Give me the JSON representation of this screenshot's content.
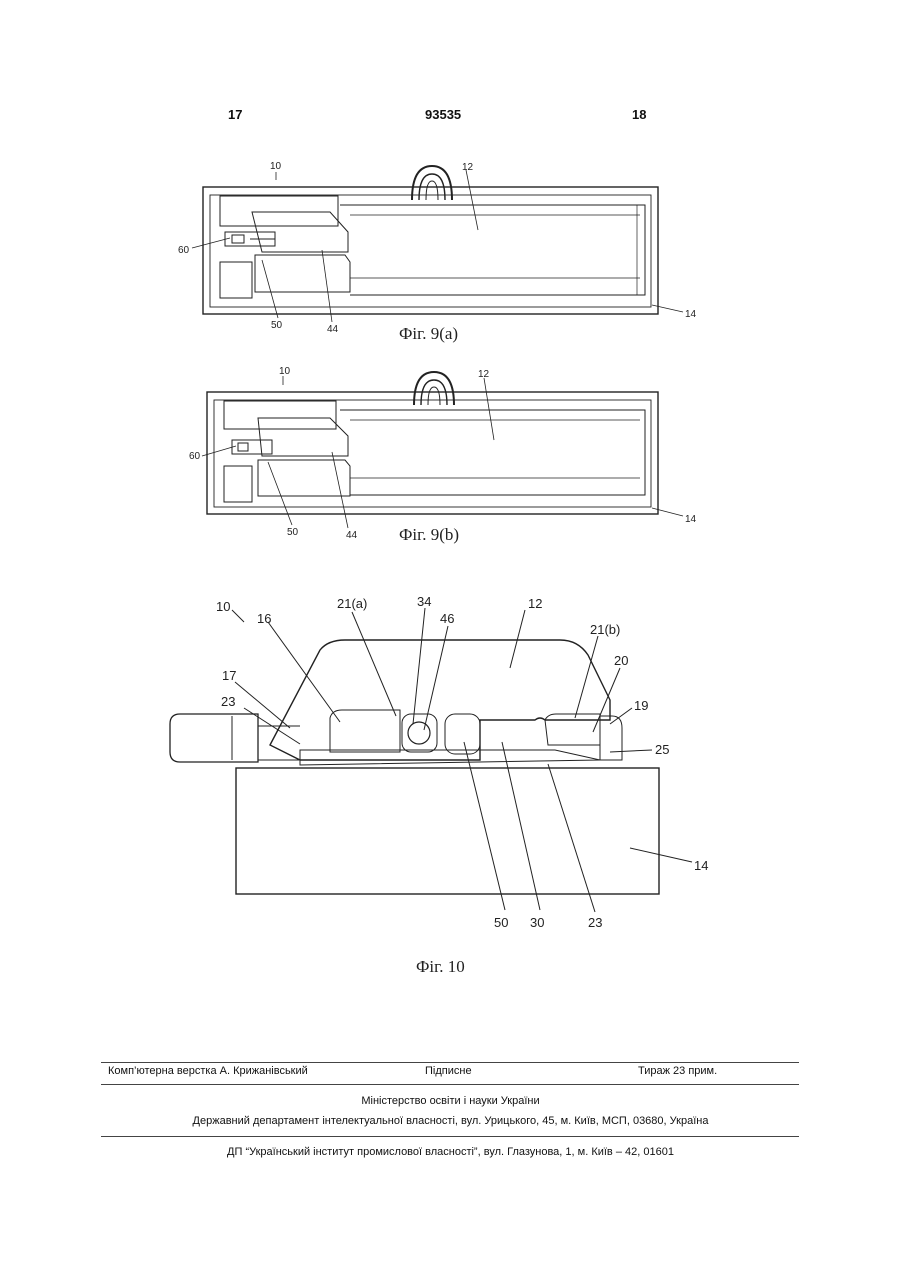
{
  "header": {
    "page_left": "17",
    "patent_number": "93535",
    "page_right": "18"
  },
  "fig9a": {
    "caption": "Фіг. 9(a)",
    "labels": {
      "l10": "10",
      "l12": "12",
      "l60": "60",
      "l50": "50",
      "l44": "44",
      "l14": "14"
    }
  },
  "fig9b": {
    "caption": "Фіг. 9(b)",
    "labels": {
      "l10": "10",
      "l12": "12",
      "l60": "60",
      "l50": "50",
      "l44": "44",
      "l14": "14"
    }
  },
  "fig10": {
    "caption": "Фіг. 10",
    "labels": {
      "l10": "10",
      "l16": "16",
      "l21a": "21(a)",
      "l34": "34",
      "l46": "46",
      "l12": "12",
      "l21b": "21(b)",
      "l20": "20",
      "l17": "17",
      "l23a": "23",
      "l19": "19",
      "l25": "25",
      "l14": "14",
      "l50": "50",
      "l30": "30",
      "l23b": "23"
    }
  },
  "footer": {
    "typesetting": "Комп’ютерна верстка А. Крижанівський",
    "signed": "Підписне",
    "circulation": "Тираж 23 прим.",
    "ministry": "Міністерство освіти і науки України",
    "department": "Державний департамент інтелектуальної власності, вул. Урицького, 45, м. Київ, МСП, 03680, Україна",
    "institute": "ДП “Український інститут промислової власності”, вул. Глазунова, 1, м. Київ – 42, 01601"
  }
}
